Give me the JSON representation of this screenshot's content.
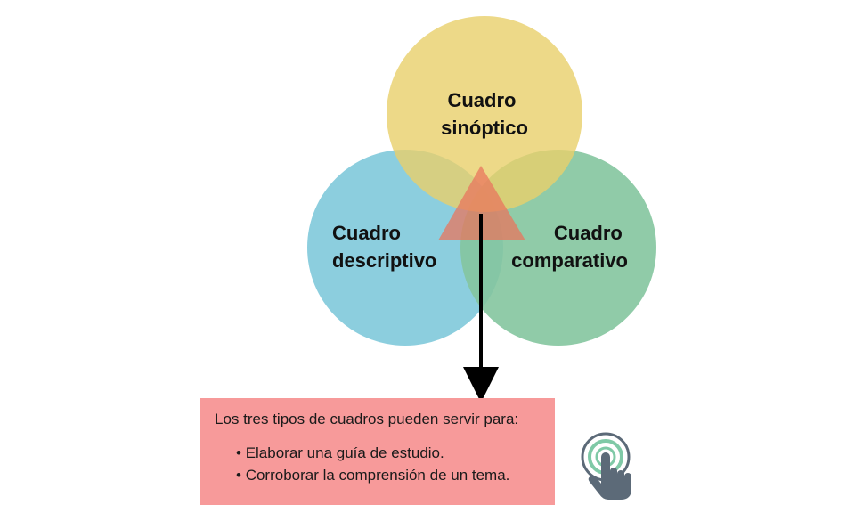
{
  "venn": {
    "top": {
      "line1": "Cuadro",
      "line2": "sinóptico",
      "color": "#ebd67a"
    },
    "left": {
      "line1": "Cuadro",
      "line2": "descriptivo",
      "color": "#86cbdc"
    },
    "right": {
      "line1": "Cuadro",
      "line2": "comparativo",
      "color": "#84c59e"
    },
    "center_triangle_color": "#e8765d"
  },
  "info": {
    "intro": "Los tres tipos de cuadros pueden servir para:",
    "items": [
      "Elaborar una guía de estudio.",
      "Corroborar la comprensión de un tema."
    ],
    "background": "#f79a9a"
  },
  "icon": {
    "name": "touch-hand-icon",
    "color": "#5c6a78",
    "ring_color": "#7fc9a6"
  }
}
